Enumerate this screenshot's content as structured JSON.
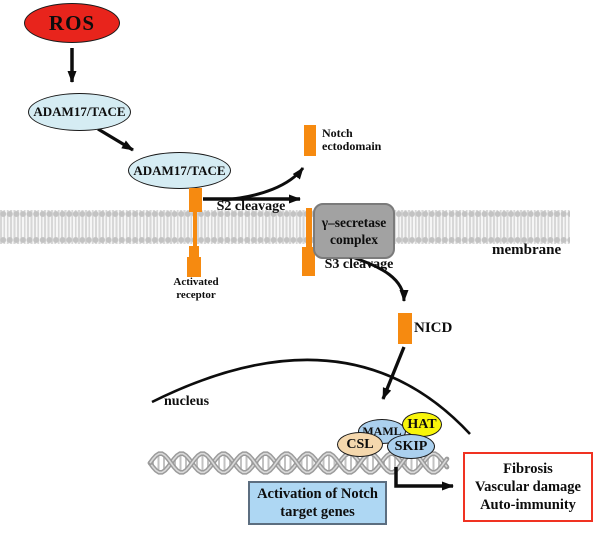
{
  "colors": {
    "ros_red": "#e8241c",
    "adam_blue": "#d5ecf3",
    "fragment_orange": "#f68a10",
    "secretase_gray": "#a2a2a2",
    "hat_yellow": "#f8f50a",
    "coactivator_blue": "#abd0ee",
    "csl_tan": "#f5d8ad",
    "activation_box_blue": "#aed7f3",
    "outcomes_border_red": "#f03222"
  },
  "nodes": {
    "ros": {
      "label": "ROS"
    },
    "adam17_cytosol": {
      "label": "ADAM17/TACE"
    },
    "adam17_membrane": {
      "label": "ADAM17/TACE"
    },
    "gamma_secretase": {
      "line1": "γ–secretase",
      "line2": "complex"
    },
    "nicd": {
      "label": "NICD"
    },
    "maml": {
      "label": "MAML"
    },
    "hat": {
      "label": "HAT"
    },
    "skip": {
      "label": "SKIP"
    },
    "csl": {
      "label": "CSL"
    }
  },
  "labels": {
    "s2_cleavage": "S2 cleavage",
    "s3_cleavage": "S3 cleavage",
    "notch_ectodomain": {
      "line1": "Notch",
      "line2": "ectodomain"
    },
    "membrane": "membrane",
    "activated_receptor": {
      "line1": "Activated",
      "line2": "receptor"
    },
    "nucleus": "nucleus"
  },
  "boxes": {
    "activation": {
      "line1": "Activation of Notch",
      "line2": "target genes"
    },
    "outcomes": {
      "line1": "Fibrosis",
      "line2": "Vascular damage",
      "line3": "Auto-immunity"
    }
  }
}
